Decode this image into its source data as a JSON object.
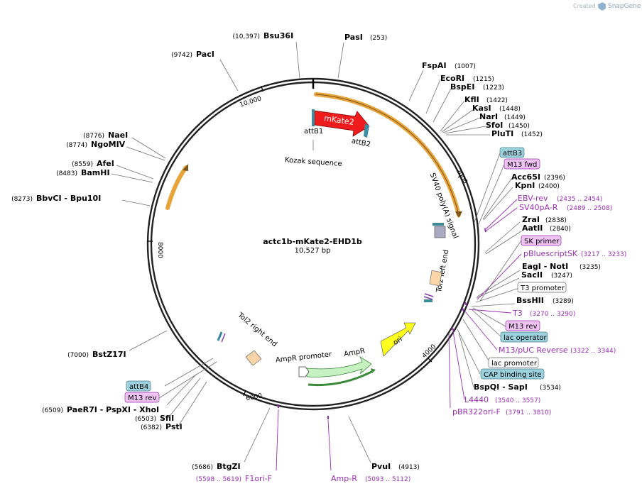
{
  "credit": {
    "prefix": "Created by",
    "brand": "SnapGene"
  },
  "plasmid": {
    "name": "actc1b-mKate2-EHD1b",
    "size": "10,527 bp"
  },
  "ticks": [
    "2000",
    "4000",
    "6000",
    "8000",
    "10,000"
  ],
  "enzymes": {
    "bsu36i": {
      "name": "Bsu36I",
      "pos": "(10,397)"
    },
    "pasi": {
      "name": "PasI",
      "pos": "(253)"
    },
    "paci": {
      "name": "PacI",
      "pos": "(9742)"
    },
    "fspai": {
      "name": "FspAI",
      "pos": "(1007)"
    },
    "ecori": {
      "name": "EcoRI",
      "pos": "(1215)"
    },
    "bspei": {
      "name": "BspEI",
      "pos": "(1223)"
    },
    "kfli": {
      "name": "KflI",
      "pos": "(1422)"
    },
    "kasi": {
      "name": "KasI",
      "pos": "(1448)"
    },
    "nari": {
      "name": "NarI",
      "pos": "(1449)"
    },
    "sfoi": {
      "name": "SfoI",
      "pos": "(1450)"
    },
    "pluti": {
      "name": "PluTI",
      "pos": "(1452)"
    },
    "nhei": {
      "name": "NaeI",
      "pos": "(8776)"
    },
    "ngomiv": {
      "name": "NgoMIV",
      "pos": "(8774)"
    },
    "afei": {
      "name": "AfeI",
      "pos": "(8559)"
    },
    "bamhi": {
      "name": "BamHI",
      "pos": "(8483)"
    },
    "bbvci": {
      "name": "BbvCI - Bpu10I",
      "pos": "(8273)"
    },
    "acc65i": {
      "name": "Acc65I",
      "pos": "(2396)"
    },
    "kpni": {
      "name": "KpnI",
      "pos": "(2400)"
    },
    "zrai": {
      "name": "ZraI",
      "pos": "(2838)"
    },
    "aatii": {
      "name": "AatII",
      "pos": "(2840)"
    },
    "eagi": {
      "name": "EagI - NotI",
      "pos": "(3235)"
    },
    "sacii": {
      "name": "SacII",
      "pos": "(3247)"
    },
    "bsshii": {
      "name": "BssHII",
      "pos": "(3289)"
    },
    "bspqi": {
      "name": "BspQI - SapI",
      "pos": "(3534)"
    },
    "bstz17i": {
      "name": "BstZ17I",
      "pos": "(7000)"
    },
    "paer7i": {
      "name": "PaeR7I - PspXI - XhoI",
      "pos": "(6509)"
    },
    "sfii": {
      "name": "SfiI",
      "pos": "(6503)"
    },
    "psti": {
      "name": "PstI",
      "pos": "(6382)"
    },
    "btgzi": {
      "name": "BtgZI",
      "pos": "(5686)"
    },
    "pvui": {
      "name": "PvuI",
      "pos": "(4913)"
    }
  },
  "primers": {
    "ebvrev": {
      "name": "EBV-rev",
      "pos": "(2435 .. 2454)"
    },
    "sv40par": {
      "name": "SV40pA-R",
      "pos": "(2489 .. 2508)"
    },
    "pbluescript": {
      "name": "pBluescriptSK",
      "pos": "(3217 .. 3233)"
    },
    "t3": {
      "name": "T3",
      "pos": "(3270 .. 3290)"
    },
    "m13puc": {
      "name": "M13/pUC Reverse",
      "pos": "(3322 .. 3344)"
    },
    "l4440": {
      "name": "L4440",
      "pos": "(3540 .. 3557)"
    },
    "pbr322": {
      "name": "pBR322ori-F",
      "pos": "(3791 .. 3810)"
    },
    "f1ori": {
      "name": "F1ori-F",
      "pos": "(5598 .. 5619)"
    },
    "ampr": {
      "name": "Amp-R",
      "pos": "(5093 .. 5112)"
    }
  },
  "boxes": {
    "attb3": "attB3",
    "m13fwd": "M13 fwd",
    "skprimer": "SK primer",
    "t3prom": "T3 promoter",
    "m13rev_r": "M13 rev",
    "lacop": "lac operator",
    "lacprom": "lac promoter",
    "cap": "CAP binding site",
    "attb4": "attB4",
    "m13rev_l": "M13 rev"
  },
  "features": {
    "mkate2": "mKate2",
    "attb1": "attB1",
    "attb2": "attB2",
    "kozak": "Kozak sequence",
    "sv40": "SV40 poly(A) signal",
    "tol2left": "Tol2 left end",
    "tol2right": "Tol2 right end",
    "ori": "ori",
    "ampr": "AmpR",
    "amprprom": "AmpR promoter"
  }
}
